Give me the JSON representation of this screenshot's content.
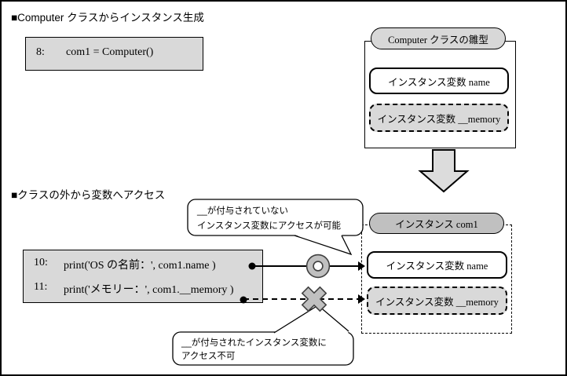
{
  "colors": {
    "background": "#ffffff",
    "frame_border": "#000000",
    "code_box_fill": "#d9d9d9",
    "template_pill_fill": "#d8d8d8",
    "instance_pill_fill": "#c0c0c0",
    "private_field_fill": "#d9d9d9",
    "big_arrow_fill": "#dcdcdc",
    "symbol_gray": "#c0c0c0",
    "symbol_outline": "#404040"
  },
  "sections": {
    "generate": {
      "heading": "■Computer クラスからインスタンス生成"
    },
    "access": {
      "heading": "■クラスの外から変数へアクセス"
    }
  },
  "code_blocks": {
    "instantiate": {
      "lines": [
        {
          "num": "8:",
          "code": "com1 = Computer()"
        }
      ]
    },
    "access": {
      "lines": [
        {
          "num": "10:",
          "code": "print('OS の名前：', com1.name )"
        },
        {
          "num": "11:",
          "code": "print('メモリー：', com1.__memory )"
        }
      ]
    }
  },
  "class_template": {
    "title": "Computer クラスの雛型",
    "fields": [
      {
        "label": "インスタンス変数 name",
        "access": "public"
      },
      {
        "label": "インスタンス変数 __memory",
        "access": "private"
      }
    ]
  },
  "instance": {
    "title": "インスタンス com1",
    "fields": [
      {
        "label": "インスタンス変数 name",
        "access": "public"
      },
      {
        "label": "インスタンス変数 __memory",
        "access": "private"
      }
    ]
  },
  "callouts": {
    "allowed": {
      "lines": [
        "__が付与されていない",
        "インスタンス変数にアクセスが可能"
      ]
    },
    "denied": {
      "lines": [
        "__が付与されたインスタンス変数に",
        "アクセス不可"
      ]
    }
  },
  "symbols": {
    "allowed": "circle-ok",
    "denied": "cross-ng"
  }
}
